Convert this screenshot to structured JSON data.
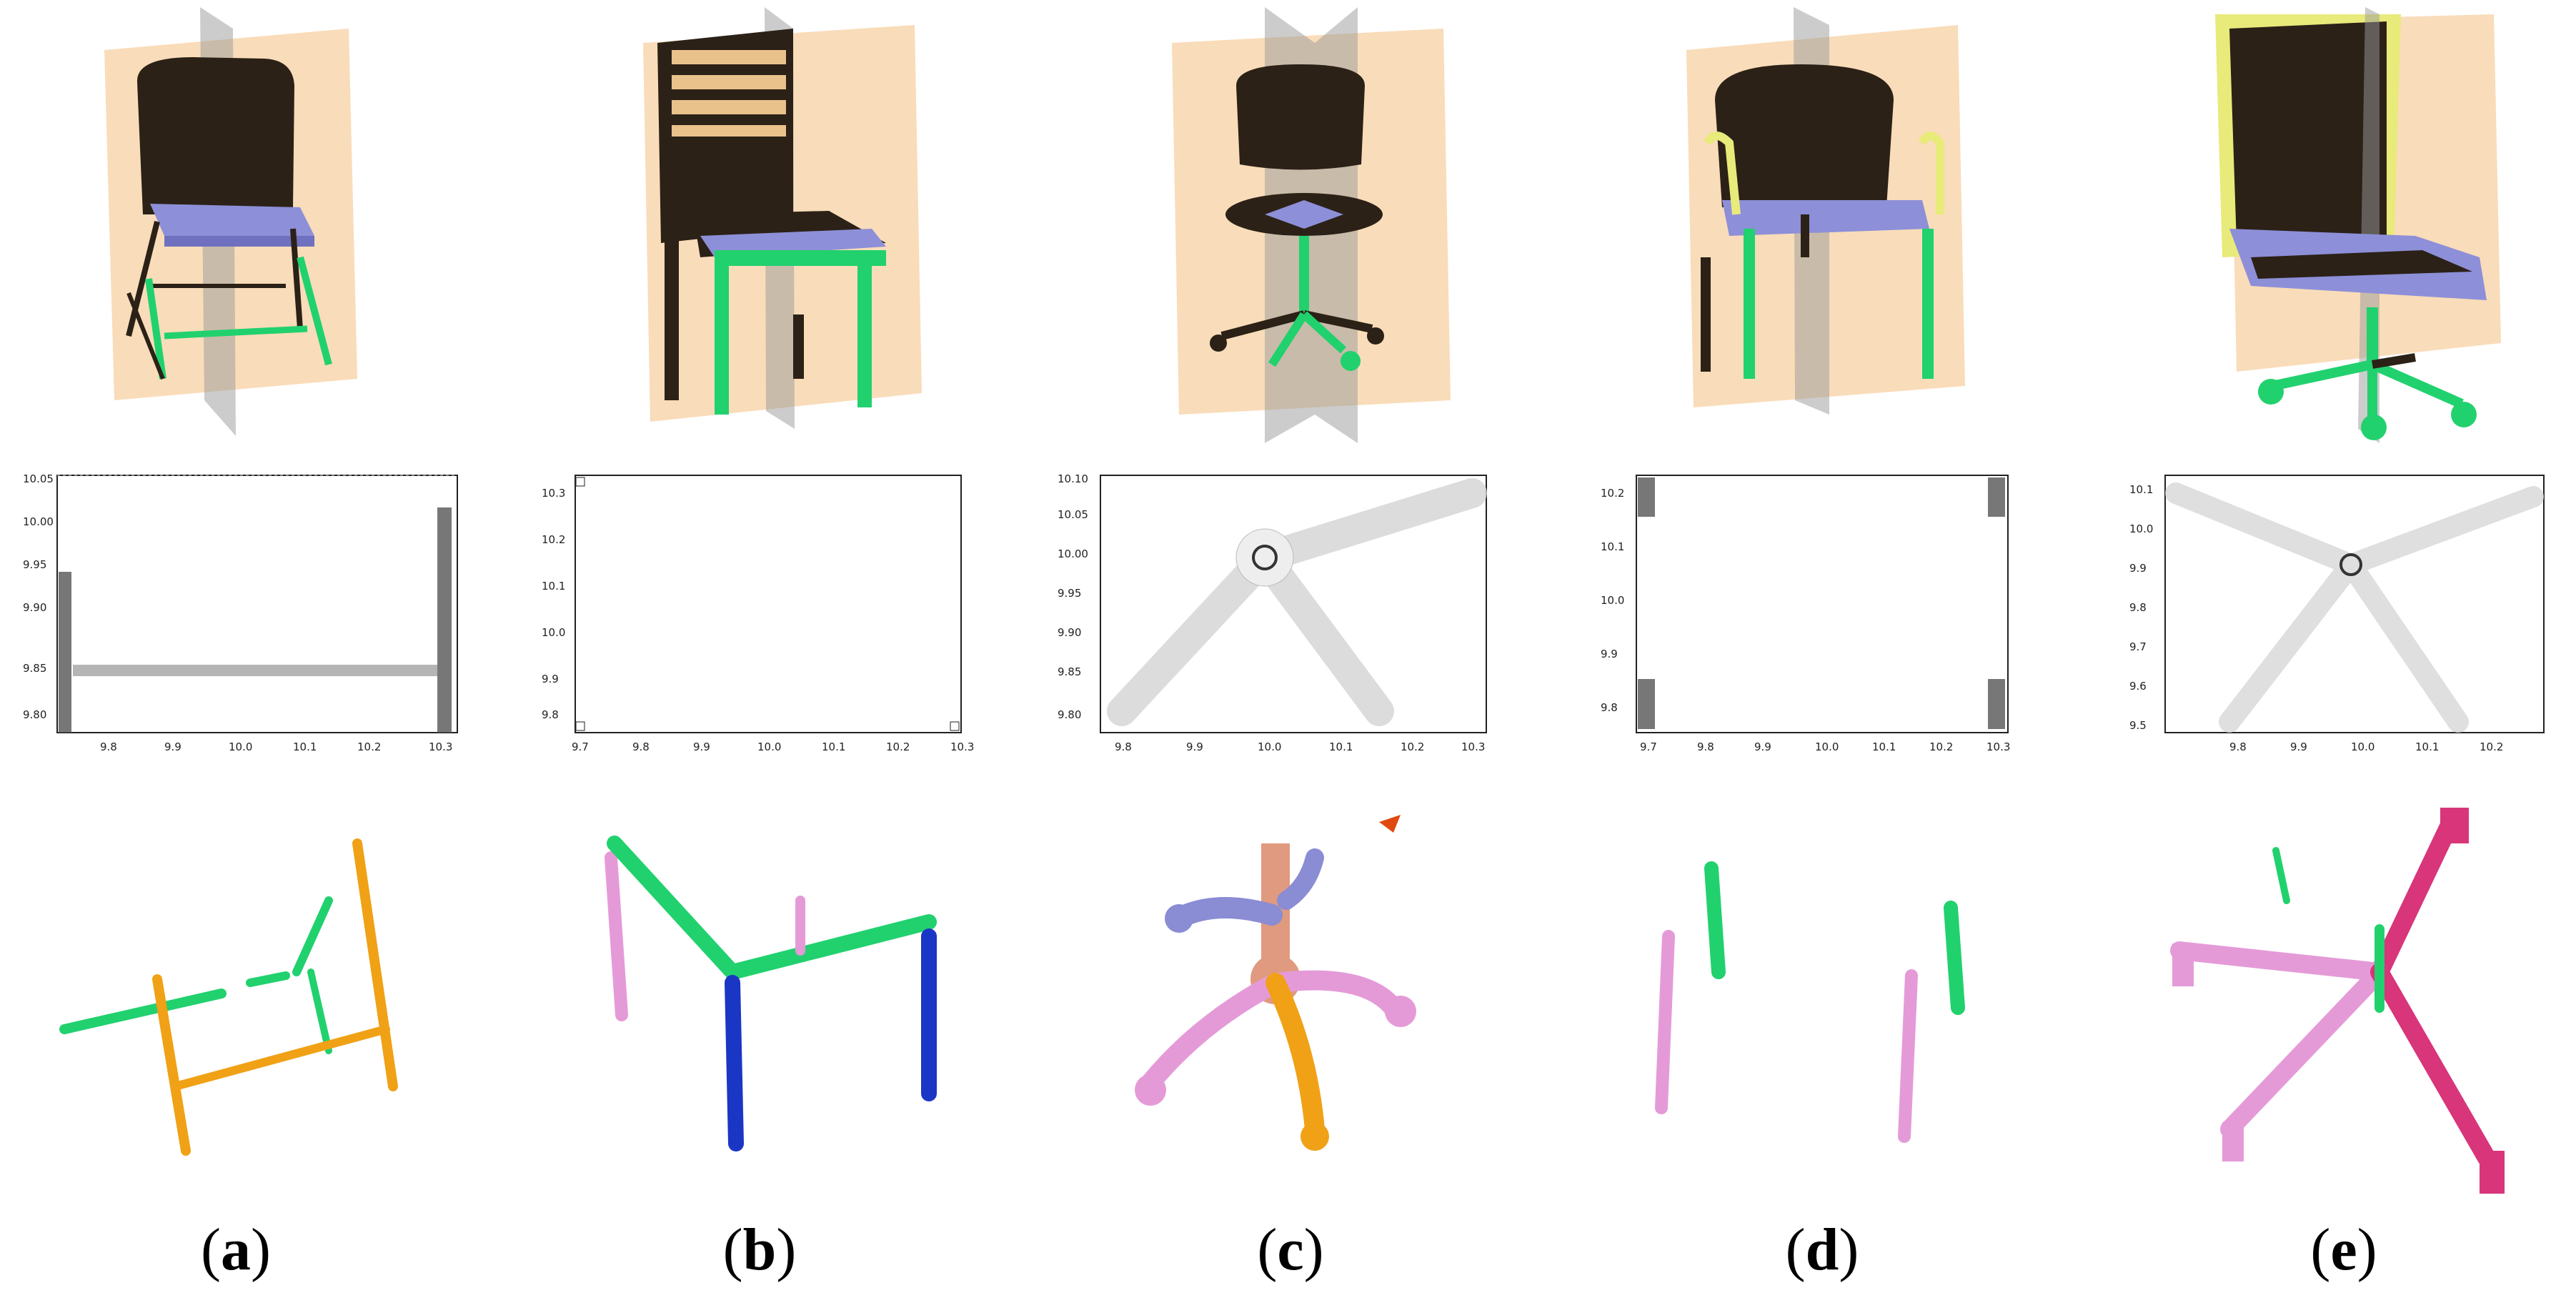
{
  "figure": {
    "panels": [
      {
        "id": "a",
        "caption": "a",
        "plot": {
          "x_ticks": [
            "9.8",
            "9.9",
            "10.0",
            "10.1",
            "10.2",
            "10.3"
          ],
          "y_ticks": [
            "10.05",
            "10.00",
            "9.95",
            "9.90",
            "9.85",
            "9.80"
          ]
        }
      },
      {
        "id": "b",
        "caption": "b",
        "plot": {
          "x_ticks": [
            "9.7",
            "9.8",
            "9.9",
            "10.0",
            "10.1",
            "10.2",
            "10.3"
          ],
          "y_ticks": [
            "10.3",
            "10.2",
            "10.1",
            "10.0",
            "9.9",
            "9.8"
          ]
        }
      },
      {
        "id": "c",
        "caption": "c",
        "plot": {
          "x_ticks": [
            "9.8",
            "9.9",
            "10.0",
            "10.1",
            "10.2",
            "10.3"
          ],
          "y_ticks": [
            "10.10",
            "10.05",
            "10.00",
            "9.95",
            "9.90",
            "9.85",
            "9.80"
          ]
        }
      },
      {
        "id": "d",
        "caption": "d",
        "plot": {
          "x_ticks": [
            "9.7",
            "9.8",
            "9.9",
            "10.0",
            "10.1",
            "10.2",
            "10.3"
          ],
          "y_ticks": [
            "10.2",
            "10.1",
            "10.0",
            "9.9",
            "9.8"
          ]
        }
      },
      {
        "id": "e",
        "caption": "e",
        "plot": {
          "x_ticks": [
            "9.8",
            "9.9",
            "10.0",
            "10.1",
            "10.2"
          ],
          "y_ticks": [
            "10.1",
            "10.0",
            "9.9",
            "9.8",
            "9.7",
            "9.6",
            "9.5"
          ]
        }
      }
    ],
    "colors": {
      "plane_tan": "#f5c48a",
      "plane_gray": "#9a9a9a",
      "chair_dark": "#2b2117",
      "seat_blue": "#8d8fd8",
      "leg_green": "#21d16e",
      "arm_yellow": "#e8ea7a",
      "orange": "#f0a116",
      "pink": "#e59ad8",
      "blue": "#1a36c4",
      "purple": "#8a8cd4",
      "salmon": "#e09a80",
      "red": "#e04a10",
      "magenta": "#d8357a"
    }
  }
}
